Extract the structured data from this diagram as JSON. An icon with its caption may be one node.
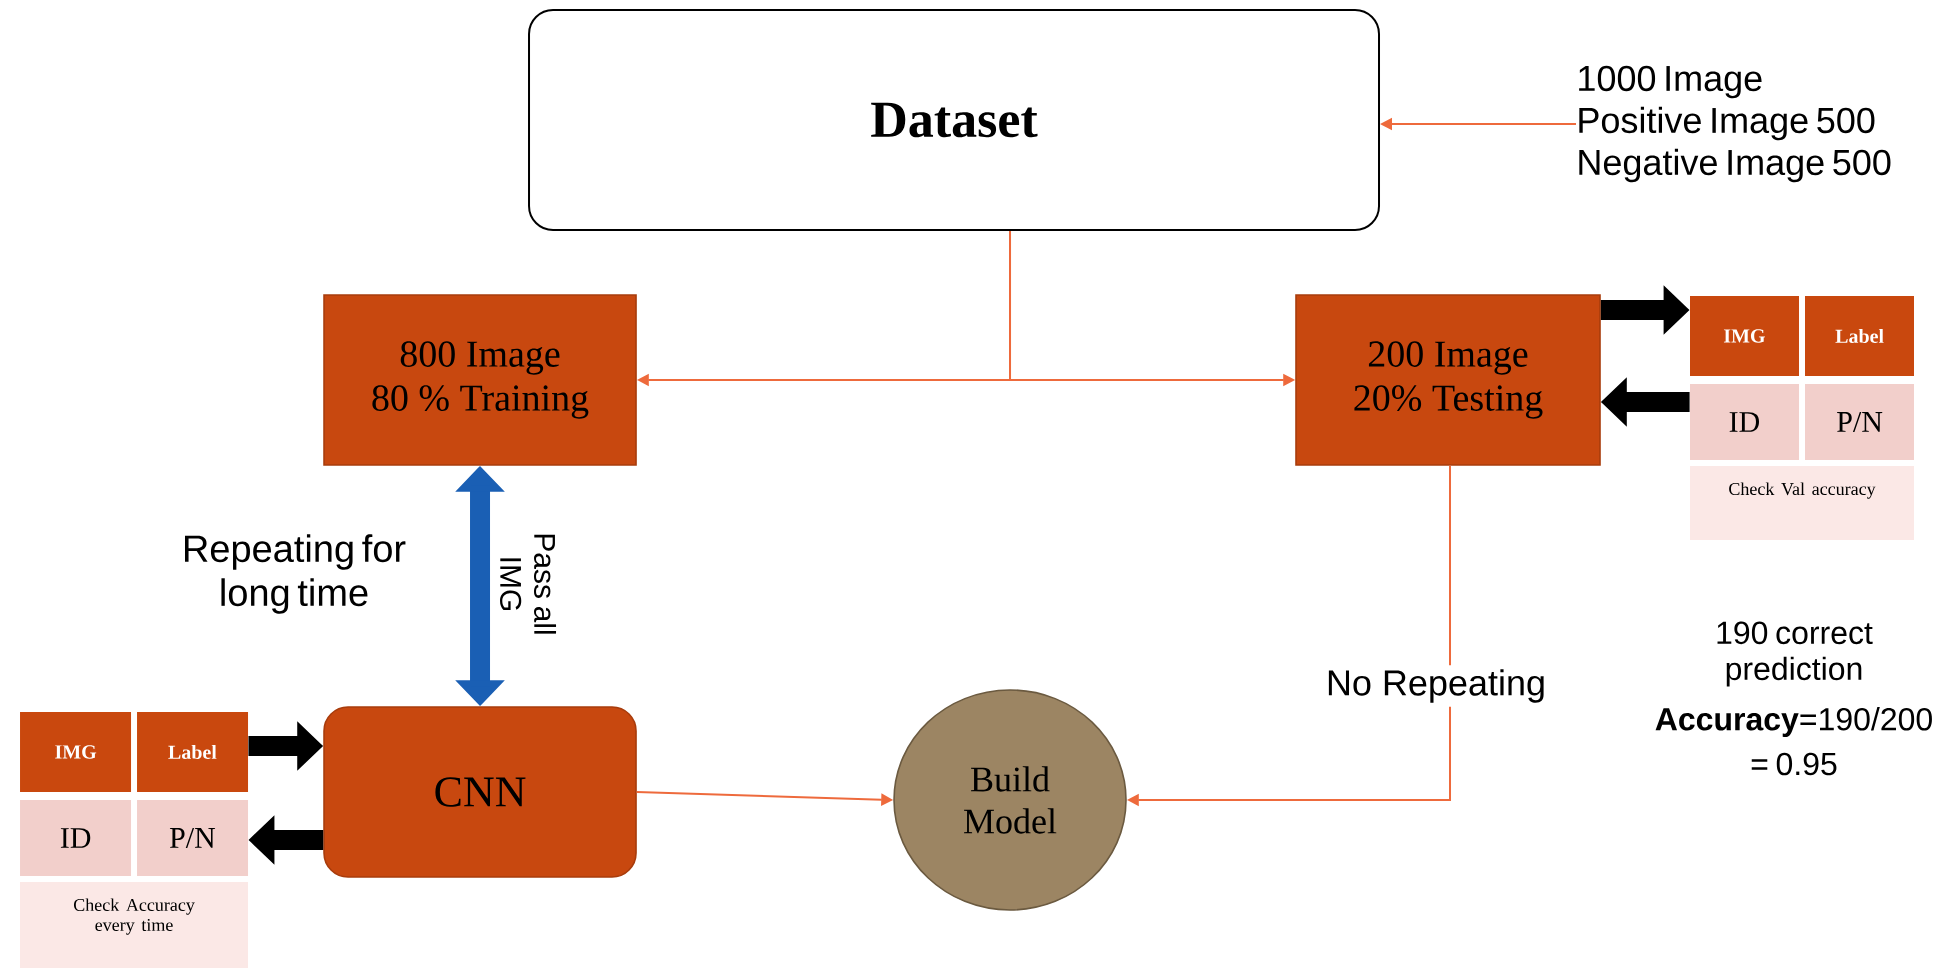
{
  "diagram": {
    "nodes": [
      {
        "text": [
          "Dataset"
        ]
      },
      {
        "text": [
          "1000 Image Positive Image 500 Negative Image 500"
        ]
      },
      {
        "text": [
          "800 Image 80 % Training"
        ]
      },
      {
        "text": [
          "200 Image 20% Testing"
        ]
      },
      {
        "text": [
          "IMG",
          "Label",
          "ID",
          "P/N",
          "Check Val accuracy"
        ]
      },
      {
        "text": [
          "CNN"
        ]
      },
      {
        "text": [
          "IMG",
          "Label",
          "ID",
          "P/N",
          "Check Accuracy every time"
        ]
      },
      {
        "text": [
          "Build Model"
        ]
      }
    ],
    "edges": [
      {
        "from": 1,
        "to": 0,
        "arrow": "to"
      },
      {
        "from": 0,
        "to": 2,
        "arrow": "to"
      },
      {
        "from": 0,
        "to": 3,
        "arrow": "to"
      },
      {
        "from": 2,
        "to": 5,
        "arrow": "both",
        "label": "Pass all IMG",
        "style": "thick",
        "color": "#1a5fb4"
      },
      {
        "from": 3,
        "to": 4,
        "arrow": "to",
        "style": "thick",
        "color": "#000000"
      },
      {
        "from": 4,
        "to": 3,
        "arrow": "to",
        "style": "thick",
        "color": "#000000"
      },
      {
        "from": 6,
        "to": 5,
        "arrow": "to",
        "style": "thick",
        "color": "#000000"
      },
      {
        "from": 5,
        "to": 6,
        "arrow": "to",
        "style": "thick",
        "color": "#000000"
      },
      {
        "from": 5,
        "to": 7,
        "arrow": "to"
      },
      {
        "from": 3,
        "to": 7,
        "arrow": "to",
        "label": "No Repeating"
      }
    ],
    "labels": [
      "Repeating for long time",
      "190 correct prediction",
      "**Accuracy**=190/200",
      "= 0.95"
    ]
  }
}
